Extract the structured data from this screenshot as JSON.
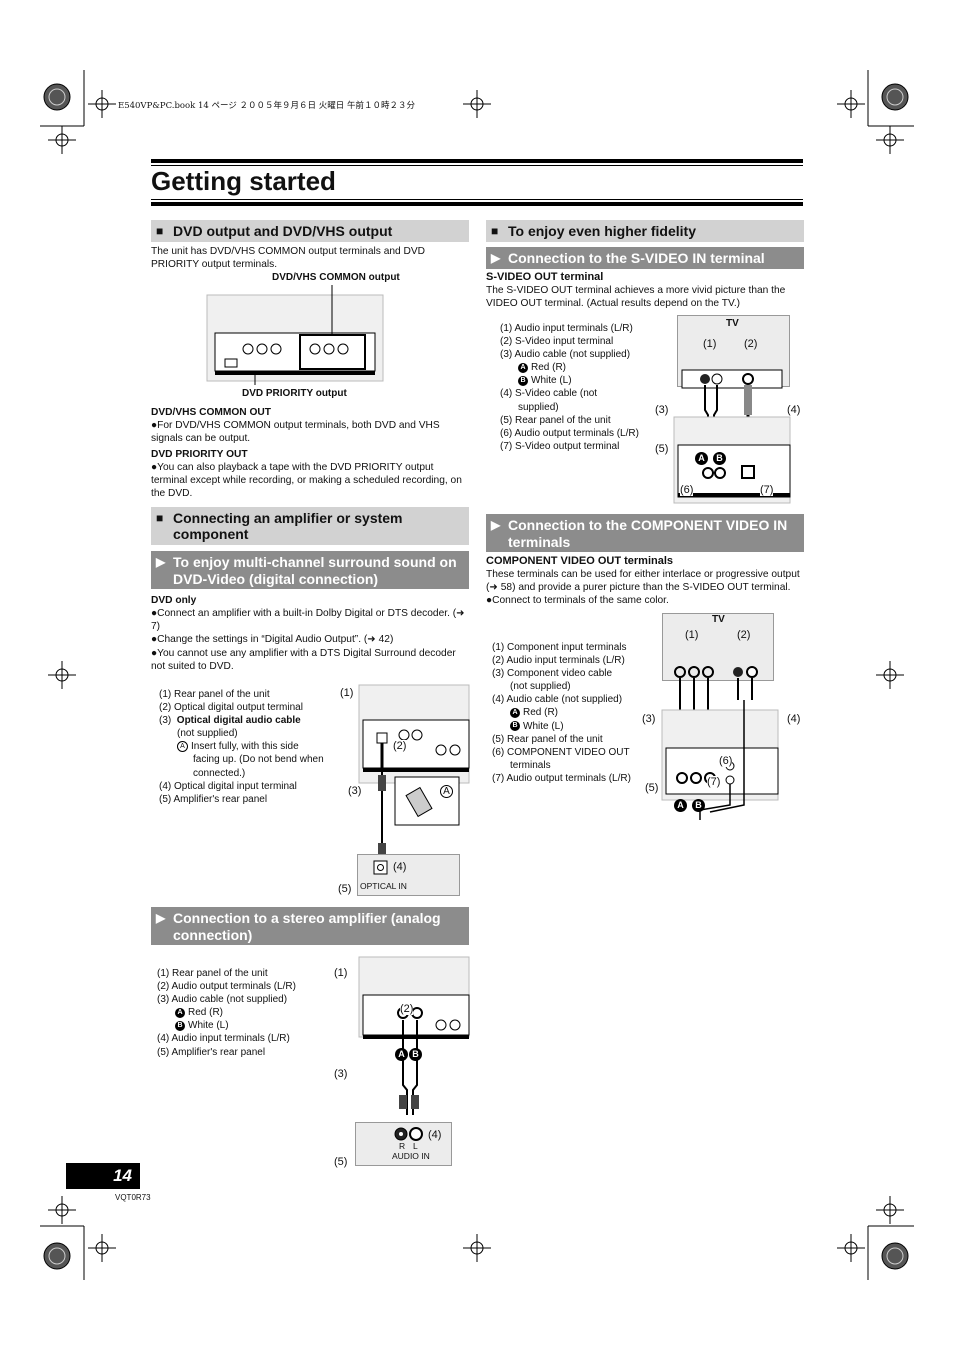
{
  "page": {
    "header_text": "E540VP&PC.book  14 ページ  ２００５年９月６日  火曜日  午前１０時２３分",
    "title": "Getting started",
    "page_number": "14",
    "doc_code": "VQT0R73"
  },
  "left": {
    "s1": {
      "sym": "■",
      "title": "DVD output and DVD/VHS output",
      "intro": "The unit has DVD/VHS COMMON output terminals and DVD PRIORITY output terminals.",
      "fig_label_top": "DVD/VHS COMMON output",
      "fig_label_bottom": "DVD PRIORITY output",
      "h_common": "DVD/VHS COMMON OUT",
      "p_common": "●For DVD/VHS COMMON output terminals, both DVD and VHS signals can be output.",
      "h_priority": "DVD PRIORITY OUT",
      "p_priority": "●You can also playback a tape with the DVD PRIORITY output terminal except while recording, or making a scheduled recording, on the DVD."
    },
    "s2": {
      "sym": "■",
      "title": "Connecting an amplifier or system component",
      "sub_sym": "▶",
      "sub_title": "To enjoy multi-channel surround sound on DVD-Video (digital connection)",
      "h": "DVD only",
      "b1": "●Connect an amplifier with a built-in Dolby Digital or DTS decoder. (➜ 7)",
      "b2": "●Change the settings in “Digital Audio Output”. (➜ 42)",
      "b3": "●You cannot use any amplifier with a DTS Digital Surround decoder not suited to DVD.",
      "list": {
        "i1": "(1)  Rear panel of the unit",
        "i2": "(2)  Optical digital output terminal",
        "i3n": "(3)",
        "i3": "Optical digital audio cable",
        "i3b": "(not supplied)",
        "ia_mark": "A",
        "ia": "Insert fully, with this side",
        "ia2": "facing up. (Do not bend when",
        "ia3": "connected.)",
        "i4": "(4)  Optical digital input terminal",
        "i5": "(5)  Amplifier's rear panel"
      },
      "fig": {
        "c1": "(1)",
        "c2": "(2)",
        "c3": "(3)",
        "c4": "(4)",
        "c5": "(5)",
        "a": "A",
        "optical_in": "OPTICAL IN"
      }
    },
    "s3": {
      "sub_sym": "▶",
      "sub_title": "Connection to a stereo amplifier (analog connection)",
      "list": {
        "i1": "(1)  Rear panel of the unit",
        "i2": "(2)  Audio output terminals (L/R)",
        "i3": "(3)  Audio cable (not supplied)",
        "a_mark": "A",
        "a": "Red (R)",
        "b_mark": "B",
        "b": "White (L)",
        "i4": "(4)  Audio input terminals (L/R)",
        "i5": "(5)  Amplifier's rear panel"
      },
      "fig": {
        "c1": "(1)",
        "c2": "(2)",
        "c3": "(3)",
        "c4": "(4)",
        "c5": "(5)",
        "a": "A",
        "b": "B",
        "r": "R",
        "l": "L",
        "audio_in": "AUDIO IN"
      }
    }
  },
  "right": {
    "s1": {
      "sym": "■",
      "title": "To enjoy even higher fidelity",
      "sub_sym": "▶",
      "sub_title": "Connection to the S-VIDEO IN terminal",
      "h": "S-VIDEO OUT terminal",
      "p": "The S-VIDEO OUT terminal achieves a more vivid picture than the VIDEO OUT terminal. (Actual results depend on the TV.)",
      "list": {
        "i1": "(1)  Audio input terminals (L/R)",
        "i2": "(2)  S-Video input terminal",
        "i3": "(3)  Audio cable (not supplied)",
        "a_mark": "A",
        "a": "Red (R)",
        "b_mark": "B",
        "b": "White (L)",
        "i4": "(4)  S-Video cable (not",
        "i4b": "supplied)",
        "i5": "(5)  Rear panel of the unit",
        "i6": "(6)  Audio output terminals (L/R)",
        "i7": "(7)  S-Video output terminal"
      },
      "fig": {
        "tv": "TV",
        "c1": "(1)",
        "c2": "(2)",
        "c3": "(3)",
        "c4": "(4)",
        "c5": "(5)",
        "c6": "(6)",
        "c7": "(7)",
        "a": "A",
        "b": "B"
      }
    },
    "s2": {
      "sub_sym": "▶",
      "sub_title": "Connection to the COMPONENT VIDEO IN terminals",
      "h": "COMPONENT VIDEO OUT terminals",
      "p1": "These terminals can be used for either interlace or progressive output (➜ 58) and provide a purer picture than the S-VIDEO OUT terminal.",
      "p2": "●Connect to terminals of the same color.",
      "list": {
        "i1": "(1)  Component input terminals",
        "i2": "(2)  Audio input terminals (L/R)",
        "i3": "(3)  Component video cable",
        "i3b": "(not supplied)",
        "i4": "(4)  Audio cable (not supplied)",
        "a_mark": "A",
        "a": "Red (R)",
        "b_mark": "B",
        "b": "White (L)",
        "i5": "(5)  Rear panel of the unit",
        "i6": "(6)  COMPONENT VIDEO OUT",
        "i6b": "terminals",
        "i7": "(7)  Audio output terminals (L/R)"
      },
      "fig": {
        "tv": "TV",
        "c1": "(1)",
        "c2": "(2)",
        "c3": "(3)",
        "c4": "(4)",
        "c5": "(5)",
        "c6": "(6)",
        "c7": "(7)",
        "a": "A",
        "b": "B"
      }
    }
  }
}
